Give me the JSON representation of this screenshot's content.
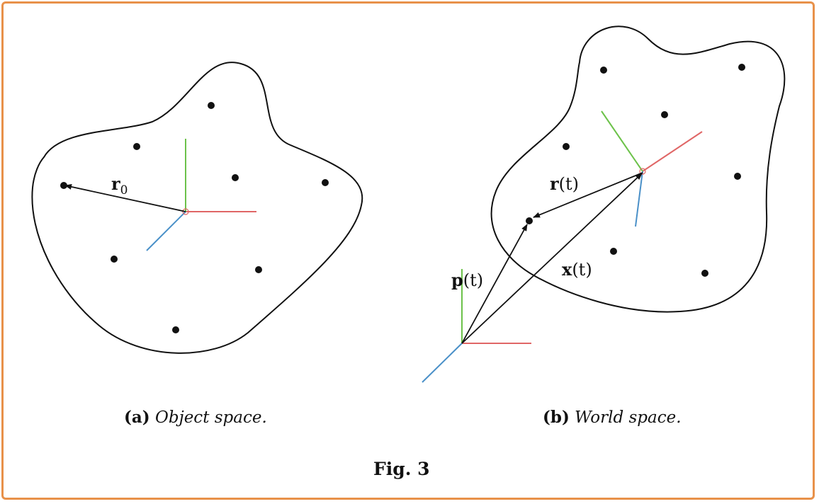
{
  "panel_a": {
    "caption_tag": "(a)",
    "caption_text": "Object space.",
    "vector_label": {
      "main": "r",
      "sub": "0"
    }
  },
  "panel_b": {
    "caption_tag": "(b)",
    "caption_text": "World space.",
    "label_r": {
      "main": "r",
      "arg": "(t)"
    },
    "label_x": {
      "main": "x",
      "arg": "(t)"
    },
    "label_p": {
      "main": "p",
      "arg": "(t)"
    }
  },
  "figure_label": "Fig. 3",
  "colors": {
    "frame": "#E8914A",
    "axis_x": "#E06666",
    "axis_y": "#6CC24A",
    "axis_z": "#4A90C8",
    "ink": "#111111"
  }
}
